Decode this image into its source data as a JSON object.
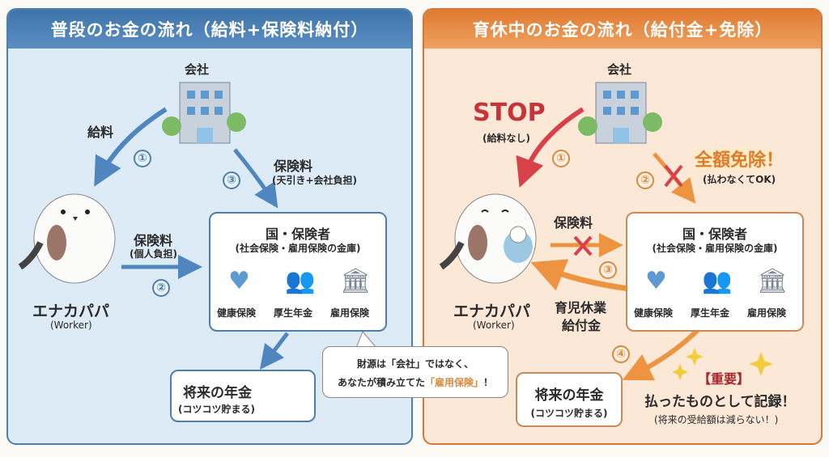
{
  "left": {
    "title": "普段のお金の流れ（給料+保険料納付）",
    "company": "会社",
    "salary": "給料",
    "step1": "①",
    "step2": "②",
    "step3": "③",
    "premium_company": "保険料",
    "premium_company_note": "(天引き+会社負担)",
    "premium_personal": "保険料",
    "premium_personal_note": "(個人負担)",
    "worker_name": "エナカパパ",
    "worker_role": "(Worker)",
    "insurer_title": "国・保険者",
    "insurer_subtitle": "(社会保険・雇用保険の金庫)",
    "insurances": [
      "健康保険",
      "厚生年金",
      "雇用保険"
    ],
    "pension_title": "将来の年金",
    "pension_note": "(コツコツ貯まる)",
    "callout_line1": "財源は「会社」ではなく、",
    "callout_line2_prefix": "あなたが積み立てた",
    "callout_highlight": "「雇用保険」",
    "callout_suffix": "！"
  },
  "right": {
    "title": "育休中のお金の流れ（給付金+免除）",
    "company": "会社",
    "stop": "STOP",
    "stop_note": "(給料なし)",
    "step1": "①",
    "step2": "②",
    "step3": "③",
    "step4": "④",
    "exempt": "全額免除！",
    "exempt_note": "(払わなくてOK)",
    "premium": "保険料",
    "worker_name": "エナカパパ",
    "worker_role": "(Worker)",
    "benefit_line1": "育児休業",
    "benefit_line2": "給付金",
    "insurer_title": "国・保険者",
    "insurer_subtitle": "(社会保険・雇用保険の金庫)",
    "insurances": [
      "健康保険",
      "厚生年金",
      "雇用保険"
    ],
    "pension_title": "将来の年金",
    "pension_note": "(コツコツ貯まる)",
    "important": "【重要】",
    "recorded": "払ったものとして記録！",
    "recorded_note": "(将来の受給額は減らない！)"
  },
  "colors": {
    "blue": "#4f7fae",
    "orange": "#e07a30",
    "red": "#c8333a"
  }
}
